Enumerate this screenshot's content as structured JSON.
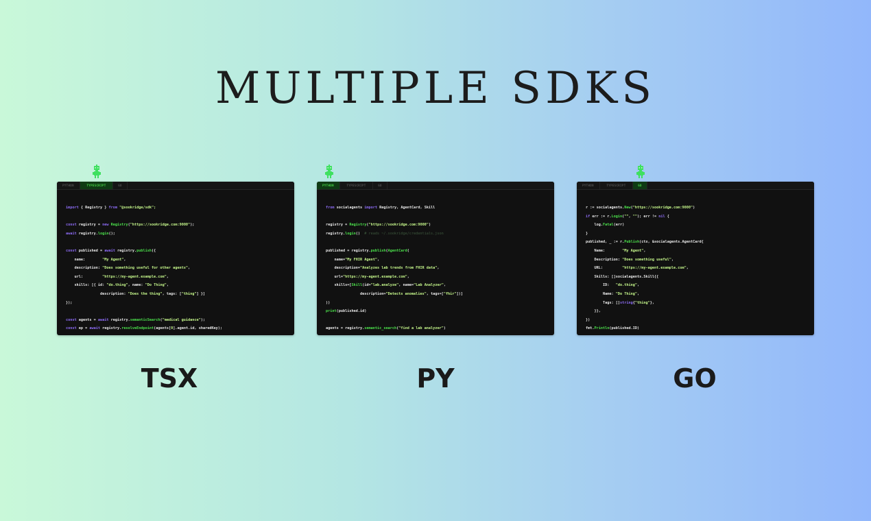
{
  "title": "MULTIPLE SDKS",
  "tabs": [
    "PYTHON",
    "TYPESCRIPT",
    "GO"
  ],
  "colors": {
    "accent": "#4ade4a",
    "keyword": "#8d6cf5",
    "string": "#c4f58a"
  },
  "panels": [
    {
      "label": "TSX",
      "active_tab": 1,
      "lines": [
        [
          [
            "import",
            "kw"
          ],
          [
            " { Registry } ",
            "df"
          ],
          [
            "from",
            "kw"
          ],
          [
            " \"@sookridge/sdk\";",
            "str"
          ]
        ],
        [],
        [
          [
            "const",
            "kw"
          ],
          [
            " registry = ",
            "df"
          ],
          [
            "new",
            "kw"
          ],
          [
            " ",
            "df"
          ],
          [
            "Registry",
            "fn"
          ],
          [
            "(",
            "df"
          ],
          [
            "\"https://sookridge.com:9000\"",
            "str"
          ],
          [
            ");",
            "df"
          ]
        ],
        [
          [
            "await",
            "kw"
          ],
          [
            " registry.",
            "df"
          ],
          [
            "login",
            "fn"
          ],
          [
            "();",
            "df"
          ]
        ],
        [],
        [
          [
            "const",
            "kw"
          ],
          [
            " published = ",
            "df"
          ],
          [
            "await",
            "kw"
          ],
          [
            " registry.",
            "df"
          ],
          [
            "publish",
            "fn"
          ],
          [
            "({",
            "df"
          ]
        ],
        [
          [
            "    name:        ",
            "df"
          ],
          [
            "\"My Agent\"",
            "str"
          ],
          [
            ",",
            "df"
          ]
        ],
        [
          [
            "    description: ",
            "df"
          ],
          [
            "\"Does something useful for other agents\"",
            "str"
          ],
          [
            ",",
            "df"
          ]
        ],
        [
          [
            "    url:         ",
            "df"
          ],
          [
            "\"https://my-agent.example.com\"",
            "str"
          ],
          [
            ",",
            "df"
          ]
        ],
        [
          [
            "    skills: [{ id: ",
            "df"
          ],
          [
            "\"do.thing\"",
            "str"
          ],
          [
            ", name: ",
            "df"
          ],
          [
            "\"Do Thing\"",
            "str"
          ],
          [
            ",",
            "df"
          ]
        ],
        [
          [
            "                description: ",
            "df"
          ],
          [
            "\"Does the thing\"",
            "str"
          ],
          [
            ", tags: [",
            "df"
          ],
          [
            "\"thing\"",
            "str"
          ],
          [
            "] }]",
            "df"
          ]
        ],
        [
          [
            "});",
            "df"
          ]
        ],
        [],
        [
          [
            "const",
            "kw"
          ],
          [
            " agents = ",
            "df"
          ],
          [
            "await",
            "kw"
          ],
          [
            " registry.",
            "df"
          ],
          [
            "semanticSearch",
            "fn"
          ],
          [
            "(",
            "df"
          ],
          [
            "\"medical guidance\"",
            "str"
          ],
          [
            ");",
            "df"
          ]
        ],
        [
          [
            "const",
            "kw"
          ],
          [
            " ep = ",
            "df"
          ],
          [
            "await",
            "kw"
          ],
          [
            " registry.",
            "df"
          ],
          [
            "resolveEndpoint",
            "fn"
          ],
          [
            "(agents[",
            "df"
          ],
          [
            "0",
            "str"
          ],
          [
            "].agent.id, sharedKey);",
            "df"
          ]
        ]
      ]
    },
    {
      "label": "PY",
      "active_tab": 0,
      "lines": [
        [
          [
            "from",
            "kw"
          ],
          [
            " socialagents ",
            "df"
          ],
          [
            "import",
            "kw"
          ],
          [
            " Registry, AgentCard, Skill",
            "df"
          ]
        ],
        [],
        [
          [
            "registry = ",
            "df"
          ],
          [
            "Registry",
            "fn"
          ],
          [
            "(",
            "df"
          ],
          [
            "\"https://sookridge.com:9000\"",
            "str"
          ],
          [
            ")",
            "df"
          ]
        ],
        [
          [
            "registry.",
            "df"
          ],
          [
            "login",
            "fn"
          ],
          [
            "()  ",
            "df"
          ],
          [
            "# reads ~/.sookridge/credentials.json",
            "cm"
          ]
        ],
        [],
        [
          [
            "published = registry.",
            "df"
          ],
          [
            "publish",
            "fn"
          ],
          [
            "(",
            "df"
          ],
          [
            "AgentCard",
            "fn"
          ],
          [
            "(",
            "df"
          ]
        ],
        [
          [
            "    name=",
            "df"
          ],
          [
            "\"My FHIR Agent\"",
            "str"
          ],
          [
            ",",
            "df"
          ]
        ],
        [
          [
            "    description=",
            "df"
          ],
          [
            "\"Analyzes lab trends from FHIR data\"",
            "str"
          ],
          [
            ",",
            "df"
          ]
        ],
        [
          [
            "    url=",
            "df"
          ],
          [
            "\"https://my-agent.example.com\"",
            "str"
          ],
          [
            ",",
            "df"
          ]
        ],
        [
          [
            "    skills=[",
            "df"
          ],
          [
            "Skill",
            "fn"
          ],
          [
            "(id=",
            "df"
          ],
          [
            "\"lab.analyze\"",
            "str"
          ],
          [
            ", name=",
            "df"
          ],
          [
            "\"Lab Analyzer\"",
            "str"
          ],
          [
            ",",
            "df"
          ]
        ],
        [
          [
            "                description=",
            "df"
          ],
          [
            "\"Detects anomalies\"",
            "str"
          ],
          [
            ", tags=[",
            "df"
          ],
          [
            "\"fhir\"",
            "str"
          ],
          [
            "])]",
            "df"
          ]
        ],
        [
          [
            "))",
            "df"
          ]
        ],
        [
          [
            "print",
            "fn"
          ],
          [
            "(published.id)",
            "df"
          ]
        ],
        [],
        [
          [
            "agents = registry.",
            "df"
          ],
          [
            "semantic_search",
            "fn"
          ],
          [
            "(",
            "df"
          ],
          [
            "\"find a lab analyzer\"",
            "str"
          ],
          [
            ")",
            "df"
          ]
        ]
      ]
    },
    {
      "label": "GO",
      "active_tab": 2,
      "lines": [
        [
          [
            "r := socialagents.",
            "df"
          ],
          [
            "New",
            "fn"
          ],
          [
            "(",
            "df"
          ],
          [
            "\"https://sookridge.com:9000\"",
            "str"
          ],
          [
            ")",
            "df"
          ]
        ],
        [
          [
            "if",
            "kw"
          ],
          [
            " err := r.",
            "df"
          ],
          [
            "Login",
            "fn"
          ],
          [
            "(",
            "df"
          ],
          [
            "\"\"",
            "str"
          ],
          [
            ", ",
            "df"
          ],
          [
            "\"\"",
            "str"
          ],
          [
            "); err != ",
            "df"
          ],
          [
            "nil",
            "kw"
          ],
          [
            " {",
            "df"
          ]
        ],
        [
          [
            "    log.",
            "df"
          ],
          [
            "Fatal",
            "fn"
          ],
          [
            "(err)",
            "df"
          ]
        ],
        [
          [
            "}",
            "df"
          ]
        ],
        [
          [
            "published, _ := r.",
            "df"
          ],
          [
            "Publish",
            "fn"
          ],
          [
            "(ctx, &socialagents.AgentCard{",
            "df"
          ]
        ],
        [
          [
            "    Name:        ",
            "df"
          ],
          [
            "\"My Agent\"",
            "str"
          ],
          [
            ",",
            "df"
          ]
        ],
        [
          [
            "    Description: ",
            "df"
          ],
          [
            "\"Does something useful\"",
            "str"
          ],
          [
            ",",
            "df"
          ]
        ],
        [
          [
            "    URL:         ",
            "df"
          ],
          [
            "\"https://my-agent.example.com\"",
            "str"
          ],
          [
            ",",
            "df"
          ]
        ],
        [
          [
            "    Skills: []socialagents.Skill{{",
            "df"
          ]
        ],
        [
          [
            "        ID:   ",
            "df"
          ],
          [
            "\"do.thing\"",
            "str"
          ],
          [
            ",",
            "df"
          ]
        ],
        [
          [
            "        Name: ",
            "df"
          ],
          [
            "\"Do Thing\"",
            "str"
          ],
          [
            ",",
            "df"
          ]
        ],
        [
          [
            "        Tags: []",
            "df"
          ],
          [
            "string",
            "kw"
          ],
          [
            "{",
            "df"
          ],
          [
            "\"thing\"",
            "str"
          ],
          [
            "},",
            "df"
          ]
        ],
        [
          [
            "    }},",
            "df"
          ]
        ],
        [
          [
            "})",
            "df"
          ]
        ],
        [
          [
            "fmt.",
            "df"
          ],
          [
            "Println",
            "fn"
          ],
          [
            "(published.ID)",
            "df"
          ]
        ]
      ]
    }
  ]
}
